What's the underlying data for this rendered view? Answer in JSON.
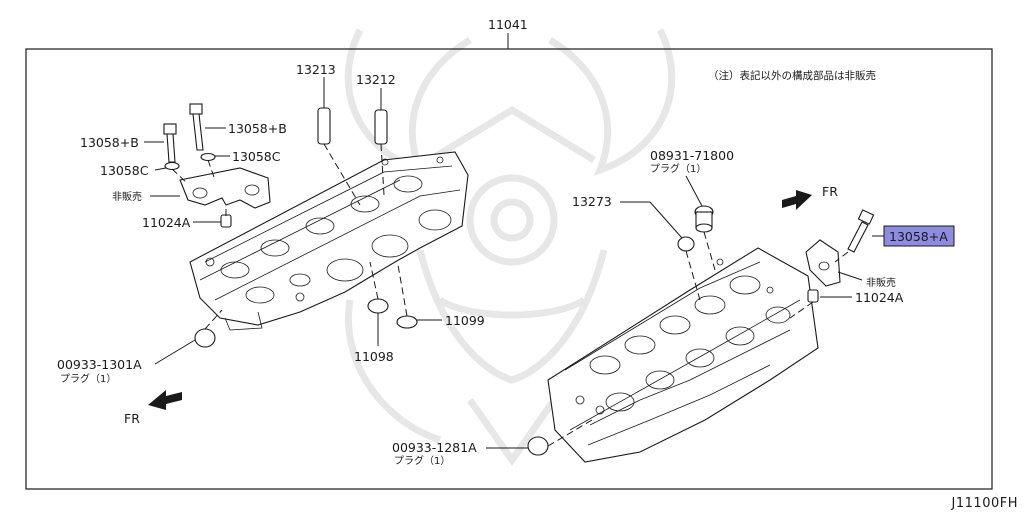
{
  "diagram": {
    "code": "J11100FH",
    "note": "（注）表記以外の構成部品は非販売",
    "parts": {
      "p11041": "11041",
      "p13213": "13213",
      "p13212": "13212",
      "p13058b_a": "13058+B",
      "p13058b_b": "13058+B",
      "p13058c_a": "13058C",
      "p13058c_b": "13058C",
      "hihanbai_left": "非販売",
      "p11024a_left": "11024A",
      "p00933_1301a": "00933-1301A",
      "plug_1301a": "プラグ（1）",
      "fr_left": "FR",
      "p11098": "11098",
      "p11099": "11099",
      "p08931": "08931-71800",
      "plug_08931": "プラグ（1）",
      "p13273": "13273",
      "fr_right": "FR",
      "p13058a": "13058+A",
      "hihanbai_right": "非販売",
      "p11024a_right": "11024A",
      "p00933_1281a": "00933-1281A",
      "plug_1281a": "プラグ（1）"
    },
    "highlight_color": "#8c8ce0"
  }
}
